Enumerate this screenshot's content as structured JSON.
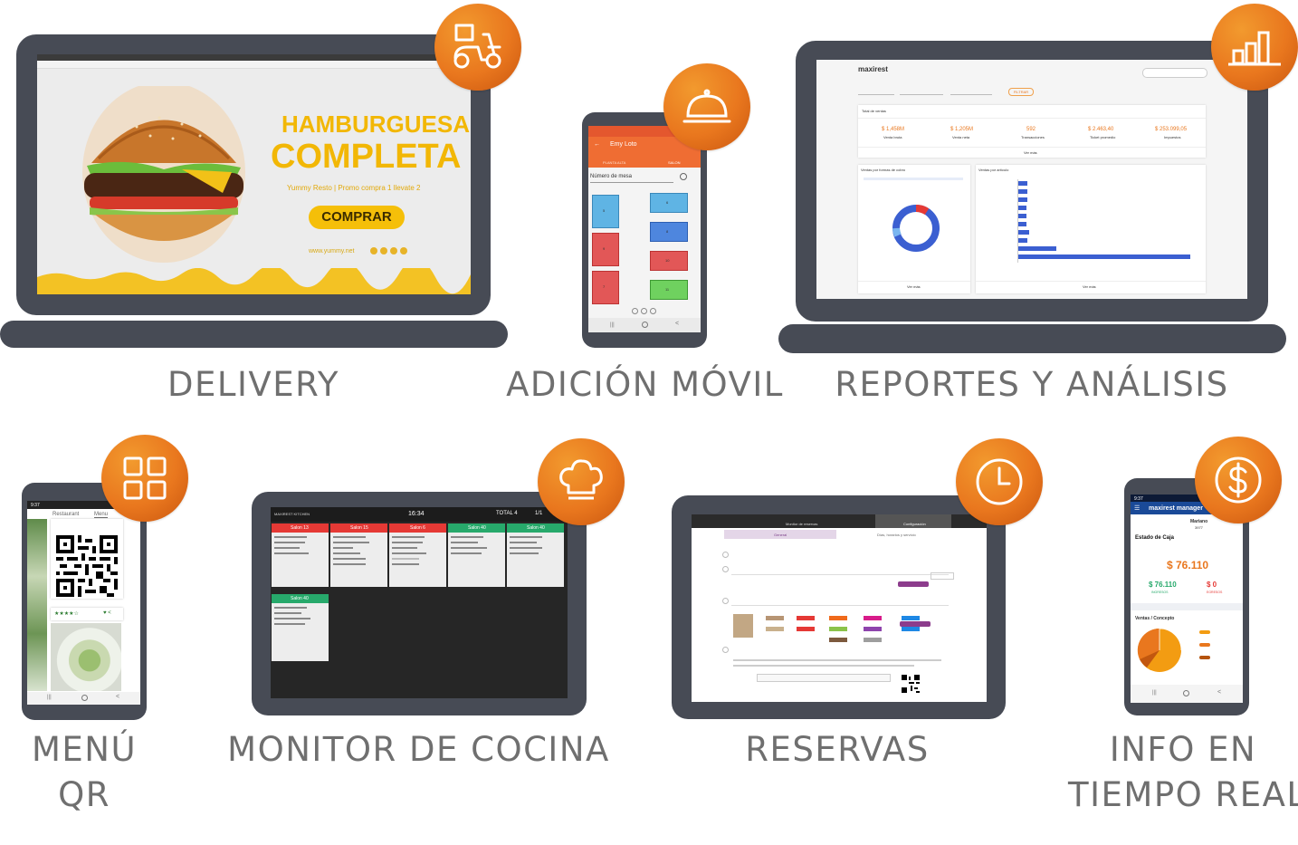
{
  "captions": {
    "delivery": "DELIVERY",
    "adicion": "ADICIÓN MÓVIL",
    "reportes": "REPORTES Y ANÁLISIS",
    "menu_line1": "MENÚ",
    "menu_line2": "QR",
    "cocina": "MONITOR DE COCINA",
    "reservas": "RESERVAS",
    "info_line1": "INFO EN",
    "info_line2": "TIEMPO REAL"
  },
  "icons": {
    "delivery": "scooter-icon",
    "adicion": "cloche-icon",
    "reportes": "bar-chart-icon",
    "menu": "qr-grid-icon",
    "cocina": "chef-hat-icon",
    "reservas": "clock-icon",
    "info": "dollar-icon"
  },
  "colors": {
    "accent": "#e9771e",
    "device": "#474b55",
    "caption": "#6f6f6f"
  },
  "delivery": {
    "title1": "HAMBURGUESA",
    "title2": "COMPLETA",
    "subtitle": "Yummy Resto | Promo compra 1 llevate 2",
    "button": "COMPRAR",
    "website": "www.yummy.net"
  },
  "adicion": {
    "user": "Emy Loto",
    "tab_left": "PLANTA ALTA",
    "tab_right": "SALON",
    "search_placeholder": "Número de mesa",
    "tables": [
      "5",
      "6",
      "8",
      "9",
      "7",
      "10",
      "11"
    ]
  },
  "reportes": {
    "brand": "maxirest",
    "filter_button": "FILTRAR",
    "section_title": "Total de ventas",
    "kpis": [
      {
        "value": "$ 1,458M",
        "label": "Venta bruta"
      },
      {
        "value": "$ 1,205M",
        "label": "Venta neta"
      },
      {
        "value": "592",
        "label": "Transacciones"
      },
      {
        "value": "$ 2.463,40",
        "label": "Ticket promedio"
      },
      {
        "value": "$ 253.099,05",
        "label": "Impuestos"
      }
    ],
    "see_more": "Ver más",
    "panel_left_title": "Ventas por formas de cobro",
    "panel_right_title": "Ventas por artículo",
    "panel_more": "Ver más"
  },
  "cocina": {
    "brand": "MAXIREST KITCHEN",
    "time": "16:34",
    "total": "TOTAL 4",
    "page": "1/1",
    "tickets": [
      {
        "title": "Salon 13",
        "color": "#e53935"
      },
      {
        "title": "Salon 15",
        "color": "#e53935"
      },
      {
        "title": "Salon 6",
        "color": "#e53935"
      },
      {
        "title": "Salon 40",
        "color": "#27a96b"
      },
      {
        "title": "Salon 40",
        "color": "#27a96b"
      }
    ],
    "ticket_bottom": "Salon 40"
  },
  "reservas": {
    "tab_left": "Monitor de reservas",
    "tab_right": "Configuración",
    "sub_left": "General",
    "sub_right": "Días, horarios y servicio"
  },
  "menu_qr": {
    "tab_left": "Restaurant",
    "tab_right": "Menu"
  },
  "info": {
    "app_title": "maxirest manager",
    "user": "Mariano",
    "user_id": "3977",
    "cash_title": "Estado de Caja",
    "cash_total": "$ 76.110",
    "ingresos_value": "$ 76.110",
    "ingresos_label": "INGRESOS",
    "egresos_value": "$ 0",
    "egresos_label": "EGRESOS",
    "chart_title": "Ventas / Concepto"
  }
}
